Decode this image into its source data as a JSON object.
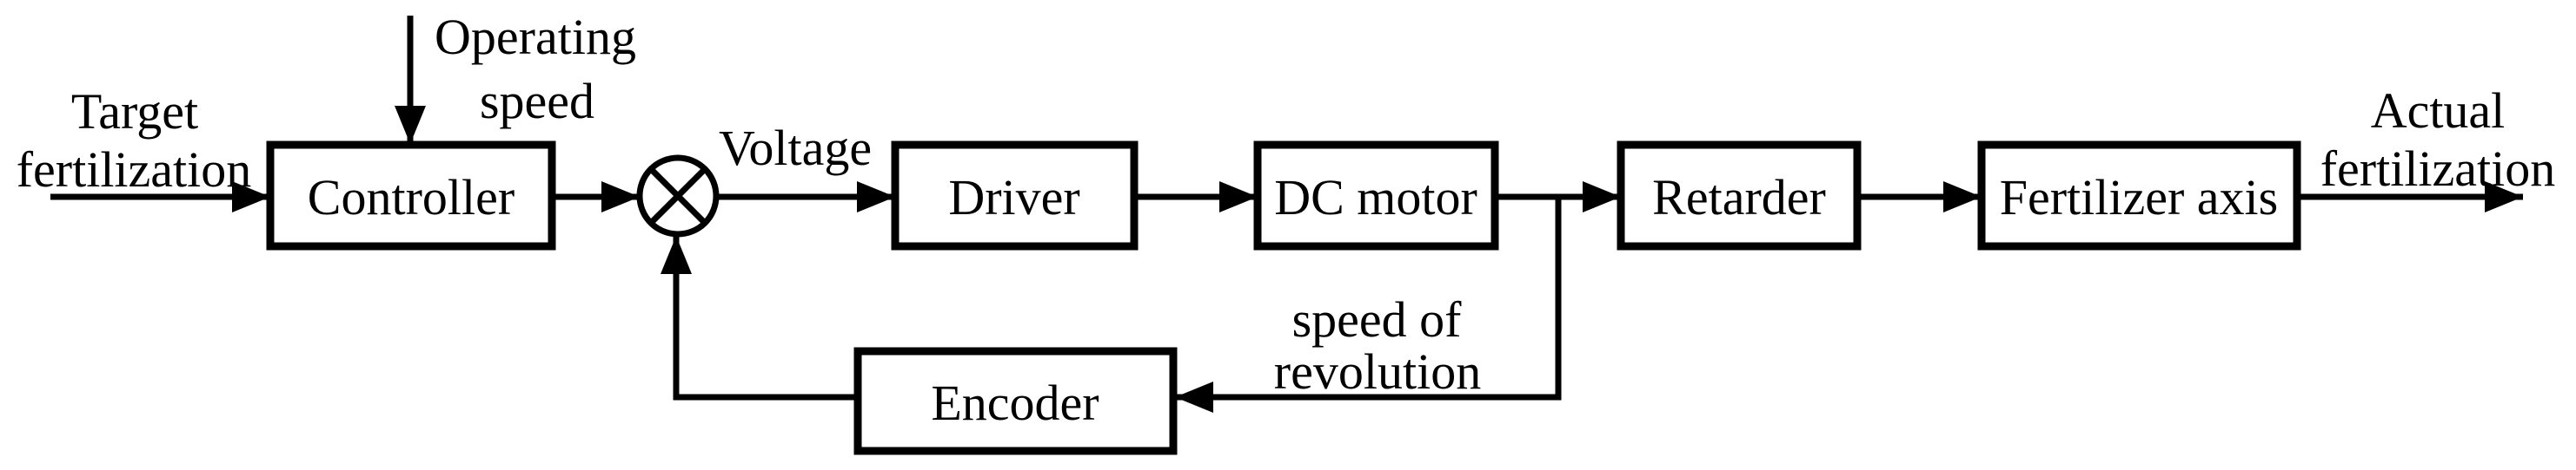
{
  "diagram": {
    "background_color": "#ffffff",
    "line_color": "#000000"
  },
  "nodes": {
    "controller": {
      "label": "Controller"
    },
    "driver": {
      "label": "Driver"
    },
    "dc_motor": {
      "label": "DC motor"
    },
    "retarder": {
      "label": "Retarder"
    },
    "fertilizer_axis": {
      "label": "Fertilizer axis"
    },
    "encoder": {
      "label": "Encoder"
    }
  },
  "signals": {
    "target_fertilization": {
      "line1": "Target",
      "line2": "fertilization"
    },
    "operating_speed": {
      "line1": "Operating",
      "line2": "speed"
    },
    "voltage": {
      "label": "Voltage"
    },
    "speed_of_revolution": {
      "line1": "speed of",
      "line2": "revolution"
    },
    "actual_fertilization": {
      "line1": "Actual",
      "line2": "fertilization"
    }
  }
}
